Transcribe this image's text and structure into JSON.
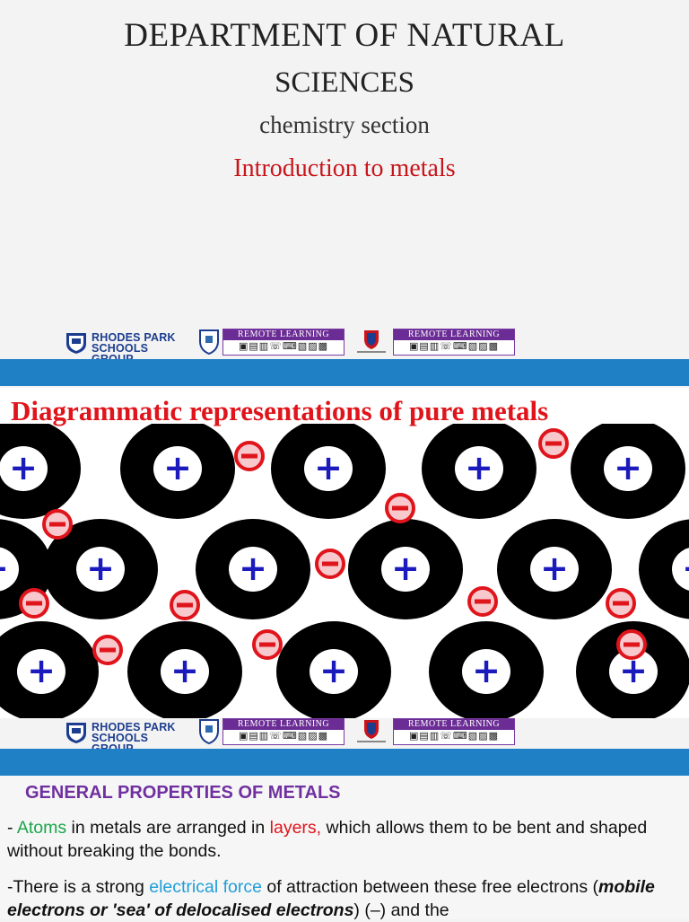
{
  "slide1": {
    "line1": "DEPARTMENT OF NATURAL",
    "line2": "SCIENCES",
    "line3": "chemistry section",
    "line4": "Introduction to metals"
  },
  "logos": {
    "rp_line1": "RHODES PARK",
    "rp_line2": "SCHOOLS GROUP",
    "rl_title": "REMOTE LEARNING",
    "rl_icons": "▣▤▥☏⌨▧▨▩"
  },
  "slide2": {
    "title": "Diagrammatic representations of pure metals",
    "ion_sign": "+",
    "electron_sign": "−"
  },
  "slide3": {
    "heading": "GENERAL PROPERTIES OF METALS",
    "p1_a": " -  ",
    "p1_atoms": "Atoms",
    "p1_b": " in metals are arranged in ",
    "p1_layers": "layers,",
    "p1_c": " which allows them to be bent and shaped without breaking the bonds.",
    "p2_a": "-There is a strong ",
    "p2_force": "electrical force",
    "p2_b": " of attraction between these free electrons (",
    "p2_mobile": "mobile electrons or 'sea' of delocalised electrons",
    "p2_c": ") (–) and the"
  },
  "colors": {
    "band_blue": "#1f80c6",
    "title_red": "#e0141b",
    "heading_purple": "#7030a0",
    "atoms_green": "#1aa64a",
    "force_cyan": "#1f9ed8"
  }
}
